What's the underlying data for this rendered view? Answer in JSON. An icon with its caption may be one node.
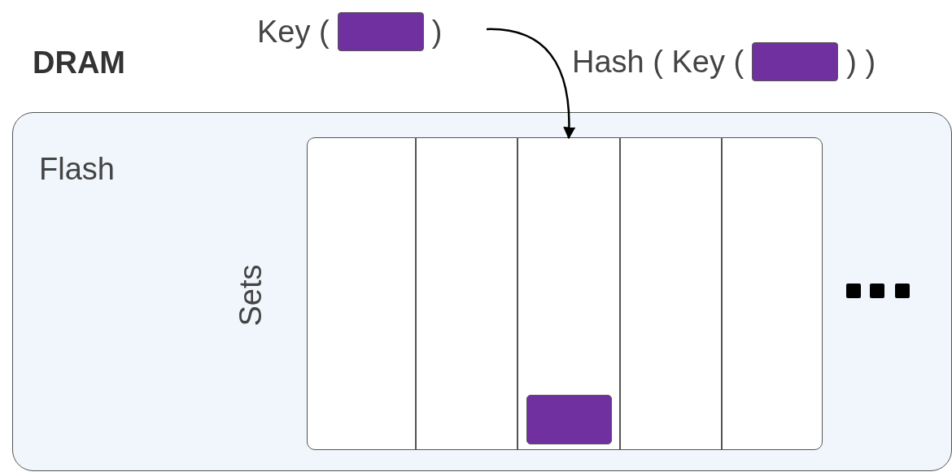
{
  "diagram": {
    "nodes": [
      {
        "text": [
          "Key (",
          ")"
        ]
      },
      {
        "text": [],
        "shape": "box",
        "in": 0
      },
      {
        "text": [
          "Flash"
        ]
      },
      {
        "text": [],
        "shape": "box",
        "in": 2
      },
      {
        "text": [],
        "shape": "box",
        "in": 3
      },
      {
        "text": [],
        "shape": "box",
        "in": 3
      },
      {
        "text": [],
        "shape": "box",
        "in": 3
      },
      {
        "text": [],
        "shape": "box",
        "in": 3
      },
      {
        "text": [],
        "shape": "box",
        "in": 3
      },
      {
        "text": [],
        "shape": "box",
        "in": 6
      }
    ],
    "edges": [
      {
        "from": 0,
        "to": 6,
        "arrow": "to"
      }
    ],
    "labels": [
      "DRAM",
      "Hash ( Key (",
      ") )",
      "Sets"
    ]
  }
}
